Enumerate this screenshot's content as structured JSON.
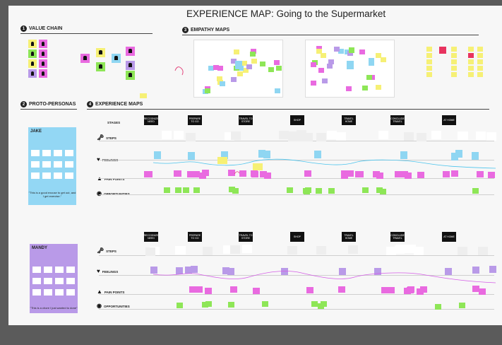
{
  "title": "EXPERIENCE MAP: Going to the Supermarket",
  "sections": {
    "value_chain": {
      "num": "1",
      "label": "VALUE CHAIN"
    },
    "empathy_maps": {
      "num": "3",
      "label": "EMPATHY MAPS"
    },
    "proto_personas": {
      "num": "2",
      "label": "PROTO-PERSONAS"
    },
    "experience_maps": {
      "num": "4",
      "label": "EXPERIENCE MAPS"
    }
  },
  "row_labels": {
    "stages": "STAGES",
    "steps": "STEPS",
    "feelings": "FEELINGS",
    "pain_points": "PAIN POINTS",
    "opportunities": "OPPORTUNITIES"
  },
  "map1_stages": [
    "RECOGNIZE NEED",
    "PREPARE TO GO",
    "TRAVEL TO STORE",
    "SHOP",
    "TRAVEL HOME",
    "CONCLUDE TRAVEL",
    "AT HOME"
  ],
  "map2_stages": [
    "RECOGNIZE NEED",
    "PREPARE TO GO",
    "TRAVEL TO STORE",
    "SHOP",
    "TRAVEL HOME",
    "CONCLUDE TRAVEL",
    "AT HOME"
  ],
  "personas": [
    {
      "name": "JAKE",
      "quote": "\"This is a good excuse to get out, and I get exercise.\""
    },
    {
      "name": "MANDY",
      "quote": "\"This is a chore I just wanted to done\""
    }
  ],
  "colors": {
    "yellow": "#f6f075",
    "pink": "#e96ae0",
    "green": "#8ee657",
    "blue": "#8fd6f2",
    "purple": "#b99ae8",
    "black": "#111111"
  }
}
